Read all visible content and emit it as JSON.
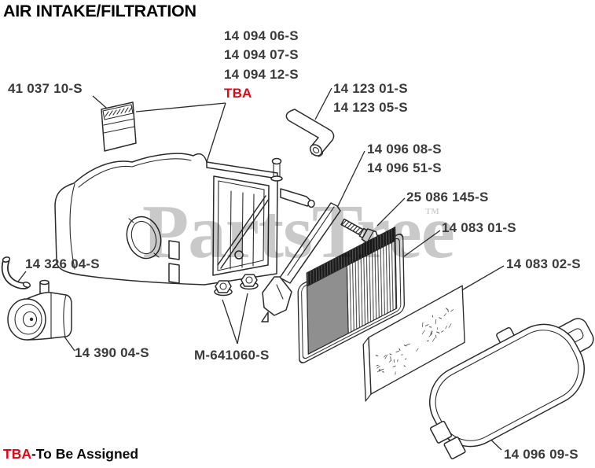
{
  "title": "AIR INTAKE/FILTRATION",
  "watermark": {
    "text": "PartsTree",
    "tm": "TM"
  },
  "footer": {
    "tba": "TBA",
    "suffix": "-To Be Assigned"
  },
  "colors": {
    "accent_red": "#e30613",
    "label_gray": "#3a3a3a",
    "line": "#2b2b2b",
    "watermark": "#c9c9c9"
  },
  "labels": {
    "housing_1": "14 094 06-S",
    "housing_2": "14 094 07-S",
    "housing_3": "14 094 12-S",
    "housing_tba": "TBA",
    "decal": "41 037 10-S",
    "elbow_1": "14 123 01-S",
    "elbow_2": "14 123 05-S",
    "breather_1": "14 096 08-S",
    "breather_2": "14 096 51-S",
    "bolt": "25 086 145-S",
    "filter": "14 083 01-S",
    "precleaner": "14 083 02-S",
    "hose": "14 326 04-S",
    "grommet": "14 390 04-S",
    "nuts": "M-641060-S",
    "cover": "14 096 09-S"
  }
}
